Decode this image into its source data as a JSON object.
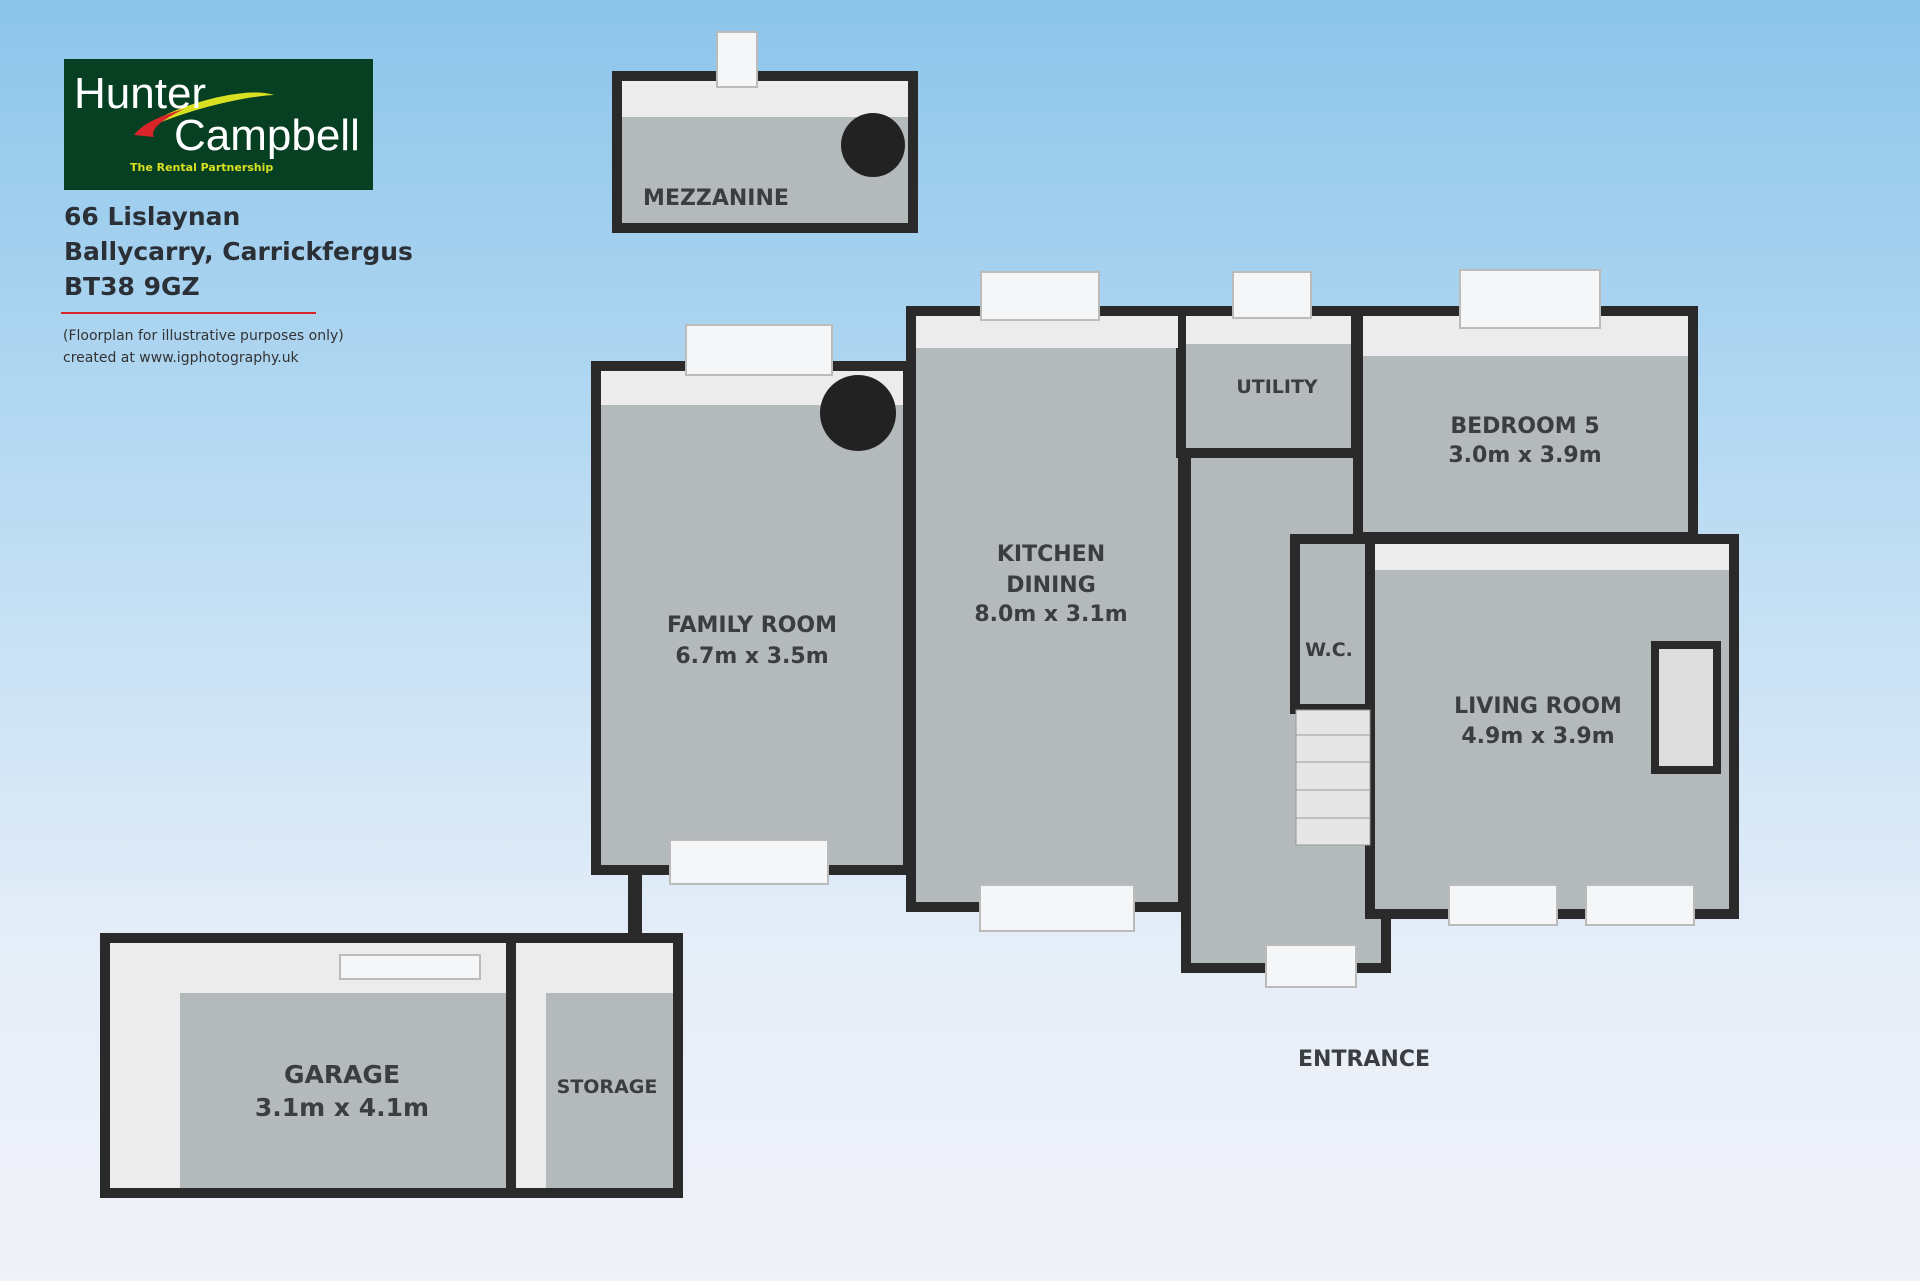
{
  "logo": {
    "line1": "Hunter",
    "line2": "Campbell",
    "tagline": "The Rental Partnership"
  },
  "address": [
    "66 Lislaynan",
    "Ballycarry, Carrickfergus",
    "BT38 9GZ"
  ],
  "footnote": [
    "(Floorplan for illustrative purposes only)",
    "created at www.igphotography.uk"
  ],
  "colors": {
    "wall": "#2a2a2a",
    "floor": "#b4b9bc",
    "wall_face": "#ececec",
    "logo_bg": "#063f22",
    "accent": "#d9252a"
  },
  "rooms": {
    "mezzanine": {
      "name": "MEZZANINE"
    },
    "family_room": {
      "name": "FAMILY ROOM",
      "size": "6.7m x 3.5m"
    },
    "kitchen": {
      "name1": "KITCHEN",
      "name2": "DINING",
      "size": "8.0m x 3.1m"
    },
    "utility": {
      "name": "UTILITY"
    },
    "bedroom5": {
      "name": "BEDROOM 5",
      "size": "3.0m x 3.9m"
    },
    "wc": {
      "name": "W.C."
    },
    "living_room": {
      "name": "LIVING ROOM",
      "size": "4.9m x 3.9m"
    },
    "garage": {
      "name": "GARAGE",
      "size": "3.1m x 4.1m"
    },
    "storage": {
      "name": "STORAGE"
    },
    "entrance": {
      "name": "ENTRANCE"
    }
  }
}
